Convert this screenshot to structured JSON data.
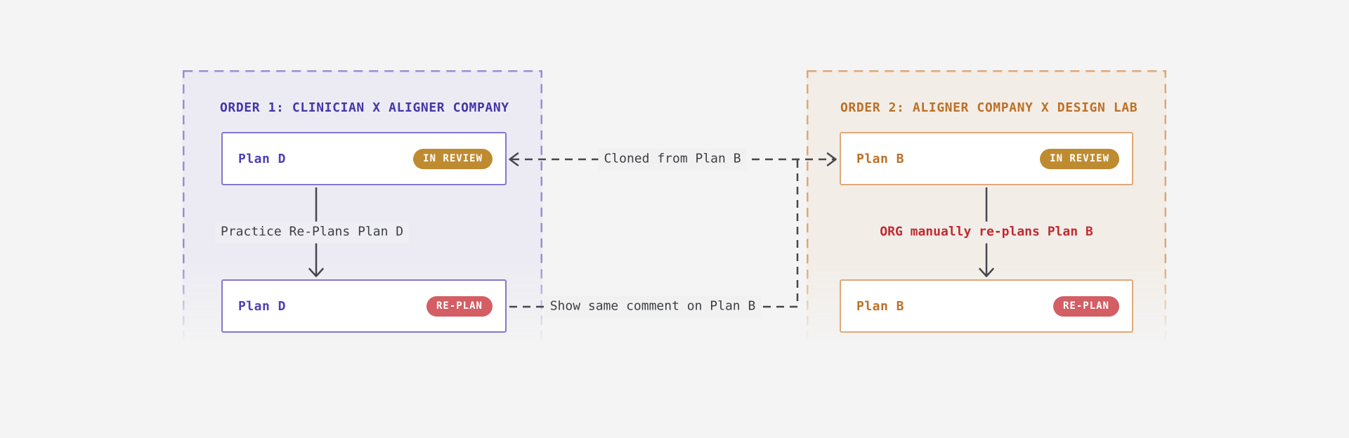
{
  "groups": [
    {
      "title": "ORDER 1: CLINICIAN X ALIGNER COMPANY",
      "theme": "purple",
      "cards": [
        {
          "plan": "Plan D",
          "status": "IN REVIEW",
          "status_type": "in-review"
        },
        {
          "plan": "Plan D",
          "status": "RE-PLAN",
          "status_type": "re-plan"
        }
      ],
      "arrow_label": "Practice Re-Plans Plan D"
    },
    {
      "title": "ORDER 2: ALIGNER COMPANY X DESIGN LAB",
      "theme": "orange",
      "cards": [
        {
          "plan": "Plan B",
          "status": "IN REVIEW",
          "status_type": "in-review"
        },
        {
          "plan": "Plan B",
          "status": "RE-PLAN",
          "status_type": "re-plan"
        }
      ],
      "arrow_label": "ORG manually re-plans Plan B"
    }
  ],
  "connectors": {
    "cloned_label": "Cloned from Plan B",
    "show_label": "Show same comment on Plan B"
  },
  "colors": {
    "purple_accent": "#4337A8",
    "purple_plan": "#4C40B8",
    "orange_accent": "#BC7028",
    "badge_in_review": "#BF8B30",
    "badge_re_plan": "#D35E64",
    "red_label": "#C2292F",
    "gray_label": "#3C3E46",
    "connector": "#45464D"
  }
}
